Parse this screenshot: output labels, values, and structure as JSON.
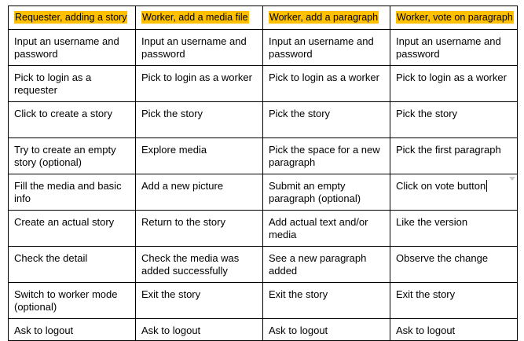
{
  "table": {
    "headers": [
      "Requester, adding a story",
      "Worker, add a media file",
      "Worker, add a paragraph",
      "Worker, vote on paragraph"
    ],
    "header_highlight_color": "#ffc000",
    "rows": [
      [
        "Input an username and password",
        "Input an username and password",
        "Input an username and password",
        "Input an username and password"
      ],
      [
        "Pick to login as a requester",
        "Pick to login as a worker",
        "Pick to login as a worker",
        "Pick to login as a worker"
      ],
      [
        "Click to create a story",
        "Pick the story",
        "Pick the story",
        "Pick the story"
      ],
      [
        "Try to create an empty story (optional)",
        "Explore media",
        "Pick the space for a new paragraph",
        "Pick the first paragraph"
      ],
      [
        "Fill the media and basic info",
        "Add a new picture",
        "Submit an empty paragraph (optional)",
        "Click on vote button"
      ],
      [
        "Create an actual story",
        "Return to the story",
        "Add actual text and/or media",
        "Like the version"
      ],
      [
        "Check the detail",
        "Check the media was added successfully",
        "See a new paragraph added",
        "Observe the change"
      ],
      [
        "Switch to worker mode (optional)",
        "Exit the story",
        "Exit the story",
        "Exit the story"
      ],
      [
        "Ask to logout",
        "Ask to logout",
        "Ask to logout",
        "Ask to logout"
      ]
    ]
  }
}
